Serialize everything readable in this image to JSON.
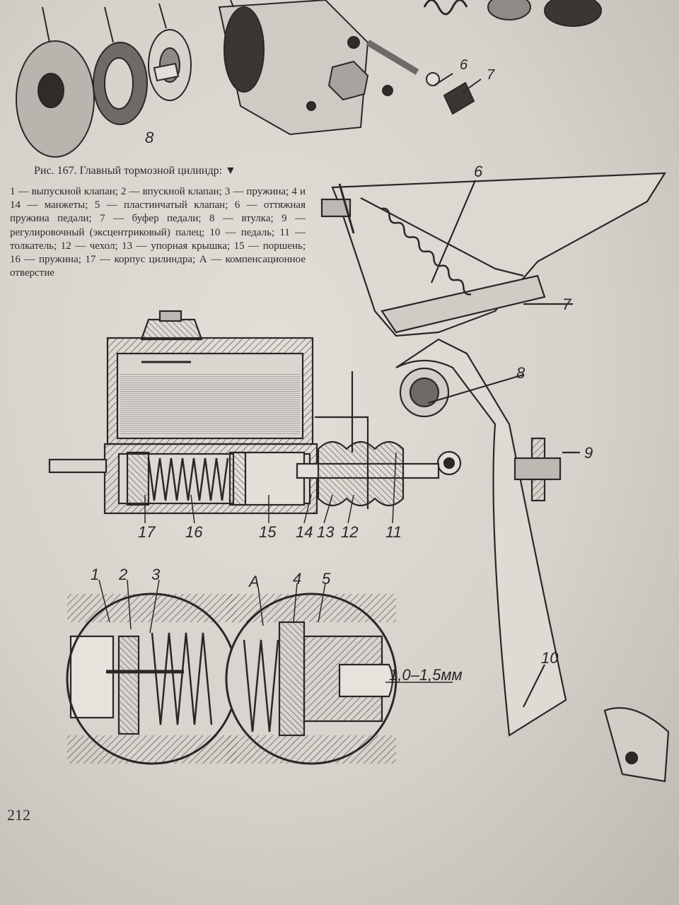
{
  "caption": {
    "title": "Рис. 167. Главный тормозной цилиндр: ▼",
    "legend": "1 — выпускной клапан; 2 — впускной клапан; 3 — пружина; 4 и 14 — манжеты; 5 — пластинчатый клапан; 6 — оттяжная пружина педали; 7 — буфер педали; 8 — втулка; 9 — регулировочный (эксцентриковый) палец; 10 — педаль; 11 — толкатель; 12 — чехол; 13 — упорная крышка; 15 — поршень; 16 — пружина; 17 — корпус цилиндра; А — компенсационное отверстие"
  },
  "labels": {
    "top_8": "8",
    "top_6": "6",
    "top_7": "7",
    "pedal_6": "6",
    "pedal_7": "7",
    "pedal_8": "8",
    "pedal_9": "9",
    "pedal_10": "10",
    "l17": "17",
    "l16": "16",
    "l15": "15",
    "l14": "14",
    "l13": "13",
    "l12": "12",
    "l11": "11",
    "d1": "1",
    "d2": "2",
    "d3": "3",
    "dA": "А",
    "d4": "4",
    "d5": "5",
    "gap": "1,0–1,5мм"
  },
  "page_number": "212"
}
